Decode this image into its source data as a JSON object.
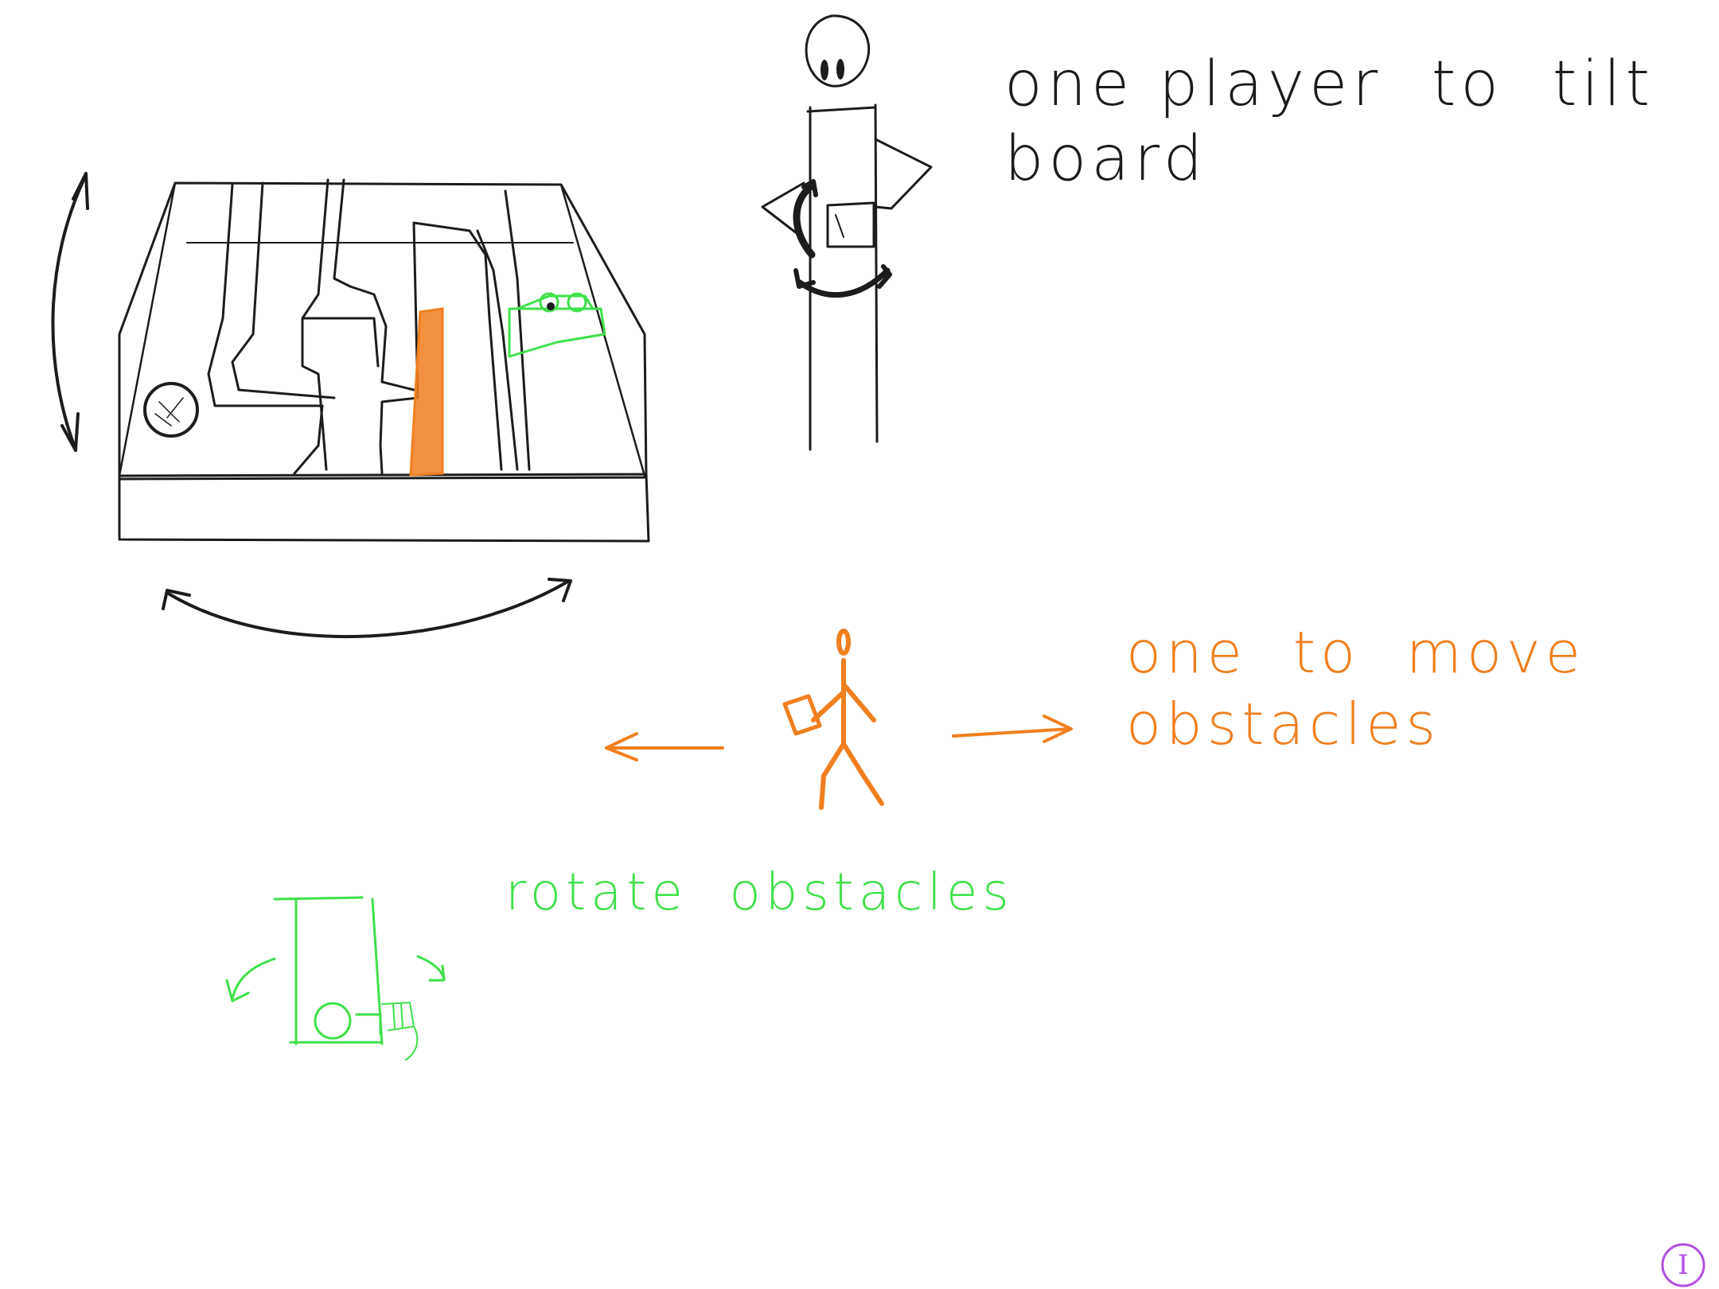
{
  "notes": {
    "tilt_player": {
      "line1": "one player  to  tilt",
      "line2": "board"
    },
    "move_player": {
      "line1": "one  to  move",
      "line2": "obstacles"
    },
    "rotate_label": "rotate  obstacles",
    "corner_mark": "I"
  },
  "colors": {
    "ink": "#1c1c1c",
    "orange": "#f07f1e",
    "green": "#3fe04a",
    "purple": "#b04fe0",
    "background": "#ffffff"
  }
}
